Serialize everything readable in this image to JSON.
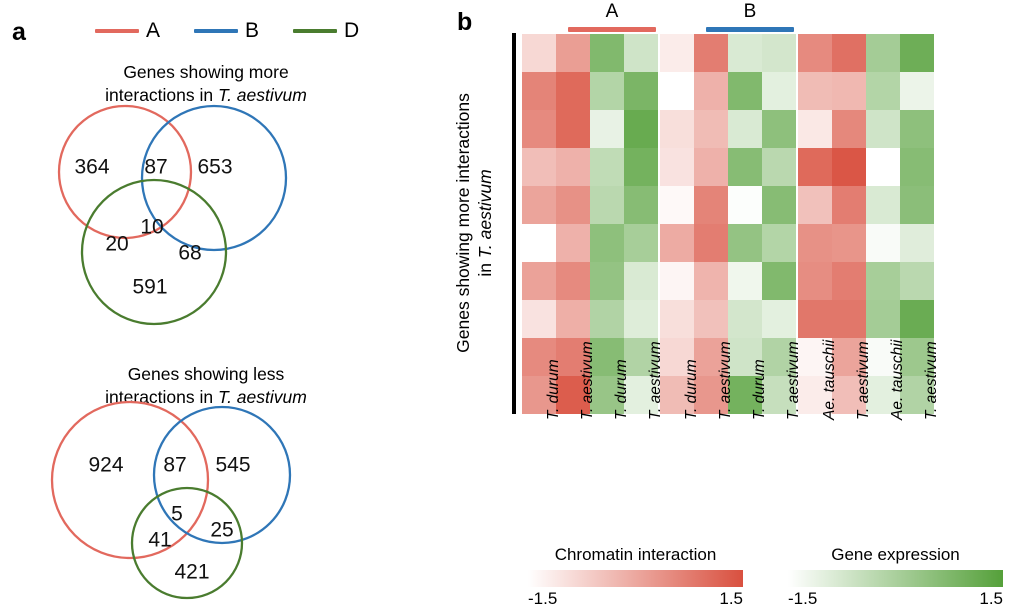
{
  "panels": {
    "a_letter": "a",
    "b_letter": "b"
  },
  "venn_legend": {
    "items": [
      {
        "label": "A",
        "color": "#e2695e"
      },
      {
        "label": "B",
        "color": "#2f76b7"
      },
      {
        "label": "D",
        "color": "#4a7c2f"
      }
    ]
  },
  "venn_top": {
    "title_line1": "Genes showing more",
    "title_line2_pre": "interactions in ",
    "title_line2_italic": "T. aestivum",
    "regions": {
      "A_only": "364",
      "AB": "87",
      "B_only": "653",
      "AD": "20",
      "ABD": "10",
      "BD": "68",
      "D_only": "591"
    }
  },
  "venn_bottom": {
    "title_line1": "Genes showing less",
    "title_line2_pre": "interactions in ",
    "title_line2_italic": "T. aestivum",
    "regions": {
      "A_only": "924",
      "AB": "87",
      "B_only": "545",
      "AD": "41",
      "ABD": "5",
      "BD": "25",
      "D_only": "421"
    }
  },
  "heatmap": {
    "ylabel_line1": "Genes showing more interactions",
    "ylabel_line2_pre": "in ",
    "ylabel_line2_italic": "T. aestivum",
    "group_headers": [
      {
        "label": "A",
        "color": "#e2695e"
      },
      {
        "label": "B",
        "color": "#2f76b7"
      }
    ],
    "column_labels": [
      "T. durum",
      "T. aestivum",
      "T. durum",
      "T. aestivum",
      "T. durum",
      "T. aestivum",
      "T. durum",
      "T. aestivum",
      "Ae. tauschii",
      "T. aestivum",
      "Ae. tauschii",
      "T. aestivum"
    ],
    "rows": 10,
    "blocks": [
      {
        "name": "A-chromatin-interaction",
        "scale": "red",
        "cols": 2
      },
      {
        "name": "A-gene-expression",
        "scale": "green",
        "cols": 2
      },
      {
        "name": "B-chromatin-interaction",
        "scale": "red",
        "cols": 2
      },
      {
        "name": "B-gene-expression",
        "scale": "green",
        "cols": 2
      },
      {
        "name": "D-chromatin-interaction",
        "scale": "red",
        "cols": 2
      },
      {
        "name": "D-gene-expression",
        "scale": "green",
        "cols": 2
      }
    ]
  },
  "colorbars": [
    {
      "name": "chromatin-interaction-colorbar",
      "title": "Chromatin interaction",
      "min": "-1.5",
      "max": "1.5",
      "from": "#ffffff",
      "to": "#d9503f"
    },
    {
      "name": "gene-expression-colorbar",
      "title": "Gene expression",
      "min": "-1.5",
      "max": "1.5",
      "from": "#ffffff",
      "to": "#55a03a"
    }
  ],
  "chart_data": {
    "type": "heatmap",
    "title": "",
    "xlabel": "",
    "ylabel": "Genes showing more interactions in T. aestivum",
    "zlim": [
      -1.5,
      1.5
    ],
    "row_count": 10,
    "columns": [
      "A / T. durum (chromatin)",
      "A / T. aestivum (chromatin)",
      "A / T. durum (expression)",
      "A / T. aestivum (expression)",
      "B / T. durum (chromatin)",
      "B / T. aestivum (chromatin)",
      "B / T. durum (expression)",
      "B / T. aestivum (expression)",
      "D / Ae. tauschii (chromatin)",
      "D / T. aestivum (chromatin)",
      "D / Ae. tauschii (expression)",
      "D / T. aestivum (expression)"
    ],
    "blocks": {
      "A_chromatin": {
        "scale": "red",
        "values": [
          [
            0.3,
            0.75
          ],
          [
            0.95,
            1.15
          ],
          [
            0.9,
            1.15
          ],
          [
            0.5,
            0.6
          ],
          [
            0.7,
            0.85
          ],
          [
            0.0,
            0.6
          ],
          [
            0.72,
            0.9
          ],
          [
            0.22,
            0.62
          ],
          [
            0.9,
            1.0
          ],
          [
            0.8,
            1.25
          ]
        ]
      },
      "A_expression": {
        "scale": "green",
        "values": [
          [
            1.0,
            0.38
          ],
          [
            0.6,
            1.05
          ],
          [
            0.18,
            1.2
          ],
          [
            0.5,
            1.1
          ],
          [
            0.55,
            0.95
          ],
          [
            0.9,
            0.7
          ],
          [
            0.85,
            0.3
          ],
          [
            0.62,
            0.26
          ],
          [
            0.95,
            0.62
          ],
          [
            0.82,
            0.22
          ]
        ]
      },
      "B_chromatin": {
        "scale": "red",
        "values": [
          [
            0.15,
            1.0
          ],
          [
            0.0,
            0.6
          ],
          [
            0.25,
            0.52
          ],
          [
            0.22,
            0.6
          ],
          [
            0.05,
            0.95
          ],
          [
            0.65,
            1.0
          ],
          [
            0.08,
            0.58
          ],
          [
            0.25,
            0.48
          ],
          [
            0.3,
            0.72
          ],
          [
            0.52,
            0.8
          ]
        ]
      },
      "B_expression": {
        "scale": "green",
        "values": [
          [
            0.3,
            0.35
          ],
          [
            1.0,
            0.22
          ],
          [
            0.3,
            0.9
          ],
          [
            0.95,
            0.55
          ],
          [
            0.02,
            0.95
          ],
          [
            0.85,
            0.6
          ],
          [
            0.12,
            1.0
          ],
          [
            0.35,
            0.22
          ],
          [
            0.38,
            0.62
          ],
          [
            1.1,
            0.45
          ]
        ]
      },
      "D_chromatin": {
        "scale": "red",
        "values": [
          [
            0.9,
            1.1
          ],
          [
            0.52,
            0.55
          ],
          [
            0.18,
            0.92
          ],
          [
            1.15,
            1.3
          ],
          [
            0.48,
            1.0
          ],
          [
            0.85,
            0.82
          ],
          [
            0.88,
            1.0
          ],
          [
            1.05,
            1.05
          ],
          [
            0.08,
            0.7
          ],
          [
            0.15,
            0.5
          ]
        ]
      },
      "D_expression": {
        "scale": "green",
        "values": [
          [
            0.72,
            1.15
          ],
          [
            0.6,
            0.15
          ],
          [
            0.38,
            0.9
          ],
          [
            0.0,
            0.95
          ],
          [
            0.3,
            0.92
          ],
          [
            0.05,
            0.25
          ],
          [
            0.7,
            0.55
          ],
          [
            0.72,
            1.18
          ],
          [
            0.05,
            0.78
          ],
          [
            0.22,
            0.62
          ]
        ]
      }
    }
  }
}
